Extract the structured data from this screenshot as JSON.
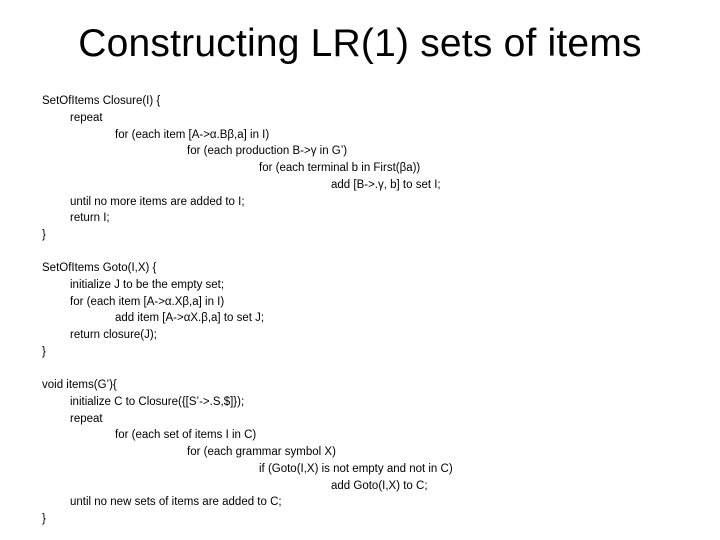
{
  "slide": {
    "title": "Constructing LR(1) sets of items"
  },
  "closure": {
    "header": "SetOfItems Closure(I) {",
    "repeat": "repeat",
    "for_each_item": "for (each item [A->α.Bβ,a] in I)",
    "for_each_production": "for (each production B->γ in G’)",
    "for_each_terminal": "for (each terminal b in First(βa))",
    "add_item": "add [B->.γ, b] to set I;",
    "until": "until no more items are added to I;",
    "return": "return I;",
    "close": "}"
  },
  "goto": {
    "header": "SetOfItems Goto(I,X) {",
    "initialize": "initialize J to be the empty set;",
    "for_each_item": "for (each item [A->α.Xβ,a] in I)",
    "add_item": "add item [A->αX.β,a] to set J;",
    "return": "return closure(J);",
    "close": "}"
  },
  "items": {
    "header": "void items(G’){",
    "initialize": "initialize C to Closure({[S’->.S,$]});",
    "repeat": "repeat",
    "for_each_set": "for (each set of items I in C)",
    "for_each_symbol": "for (each grammar symbol X)",
    "if_goto": "if (Goto(I,X) is not empty and not in C)",
    "add_goto": "add Goto(I,X) to C;",
    "until": "until no new sets of items are added to C;",
    "close": "}"
  }
}
